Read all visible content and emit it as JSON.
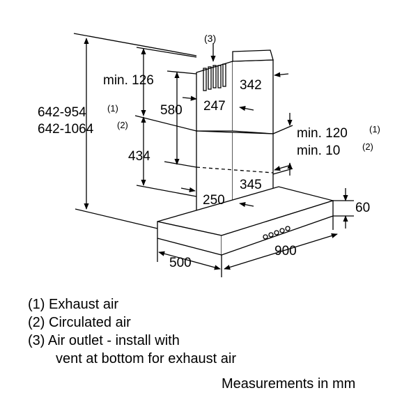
{
  "labels": {
    "note3": "(3)",
    "min126": "min. 126",
    "h642_954": "642-954",
    "h642_1064": "642-1064",
    "sup1": "(1)",
    "sup2": "(2)",
    "d580": "580",
    "d434": "434",
    "d342": "342",
    "d247": "247",
    "d345": "345",
    "d250": "250",
    "min120": "min. 120",
    "min10": "min. 10",
    "d60": "60",
    "d500": "500",
    "d900": "900"
  },
  "legend": {
    "item1": "(1) Exhaust air",
    "item2": "(2) Circulated air",
    "item3a": "(3) Air outlet - install with",
    "item3b": "vent at bottom for exhaust air"
  },
  "units": "Measurements in mm"
}
